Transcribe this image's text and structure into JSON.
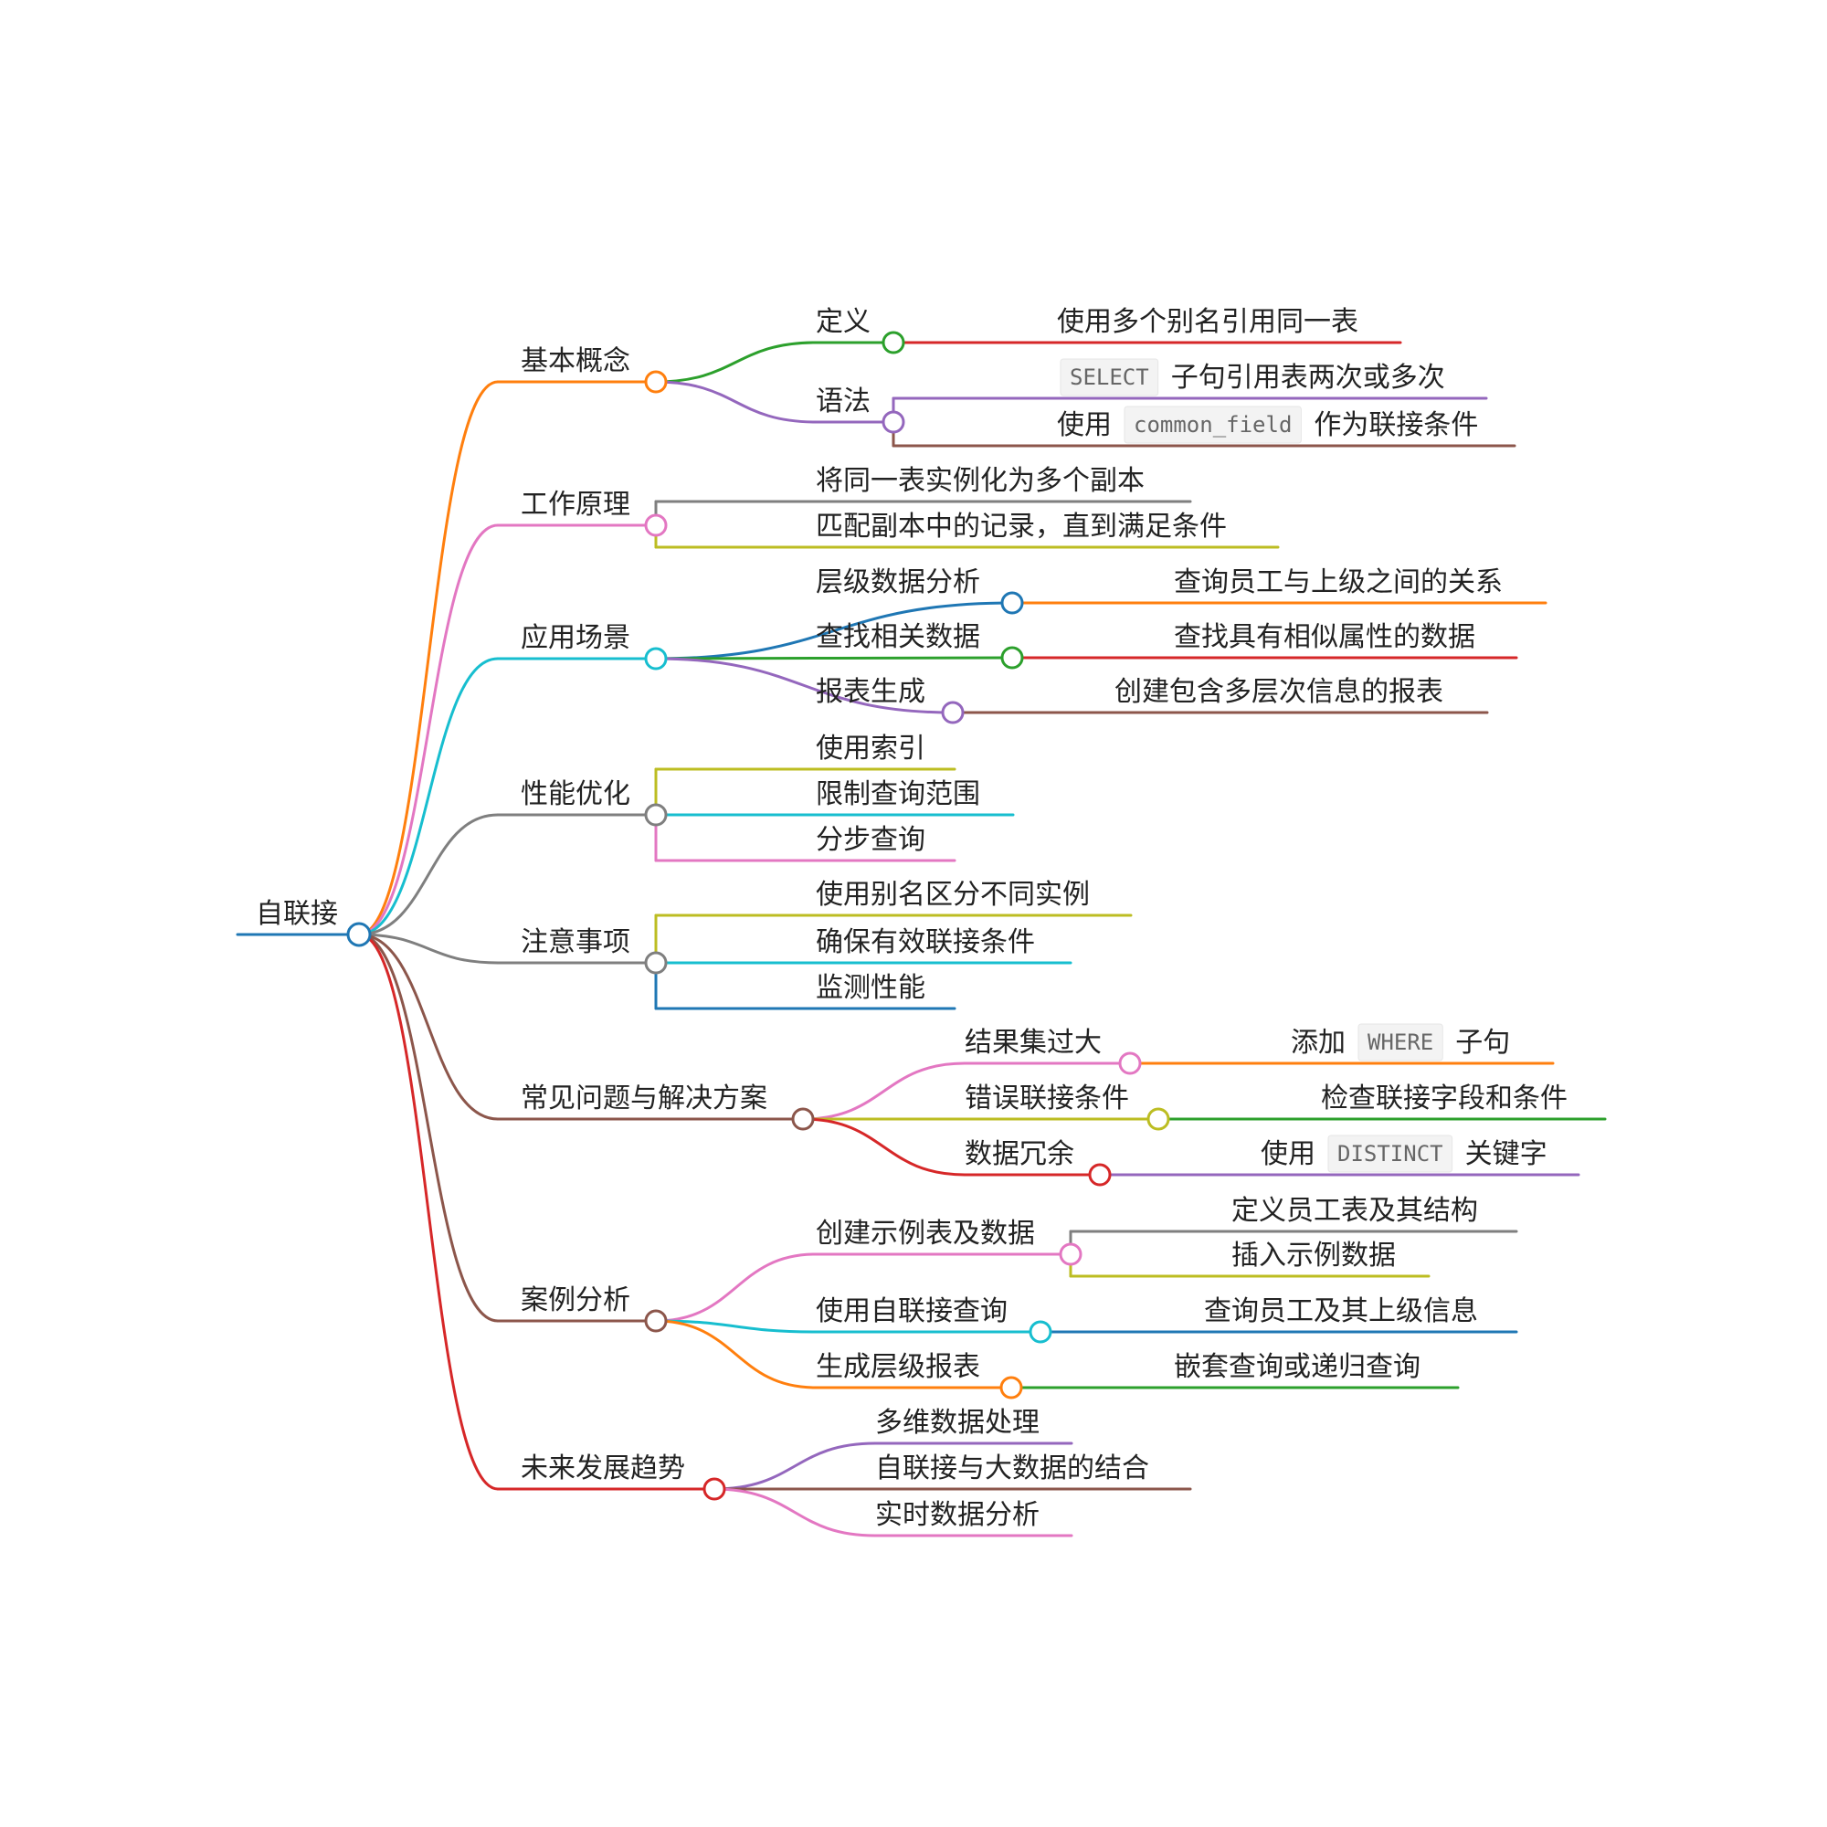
{
  "mindmap": {
    "root": {
      "label": "自联接",
      "color": "#1f77b4"
    },
    "nodes": [
      {
        "id": "b1",
        "parent": "root",
        "label": "基本概念",
        "color": "#ff7f0e"
      },
      {
        "id": "b1a",
        "parent": "b1",
        "label": "定义",
        "color": "#2ca02c"
      },
      {
        "id": "b1a1",
        "parent": "b1a",
        "label": "使用多个别名引用同一表",
        "color": "#d62728"
      },
      {
        "id": "b1b",
        "parent": "b1",
        "label": "语法",
        "color": "#9467bd"
      },
      {
        "id": "b1b1",
        "parent": "b1b",
        "color": "#9467bd",
        "parts": [
          {
            "code": "SELECT"
          },
          {
            "text": "子句引用表两次或多次"
          }
        ]
      },
      {
        "id": "b1b2",
        "parent": "b1b",
        "color": "#8c564b",
        "parts": [
          {
            "text": "使用"
          },
          {
            "code": "common_field"
          },
          {
            "text": "作为联接条件"
          }
        ]
      },
      {
        "id": "b2",
        "parent": "root",
        "label": "工作原理",
        "color": "#e377c2"
      },
      {
        "id": "b2a",
        "parent": "b2",
        "label": "将同一表实例化为多个副本",
        "color": "#7f7f7f"
      },
      {
        "id": "b2b",
        "parent": "b2",
        "label": "匹配副本中的记录，直到满足条件",
        "color": "#bcbd22"
      },
      {
        "id": "b3",
        "parent": "root",
        "label": "应用场景",
        "color": "#17becf"
      },
      {
        "id": "b3a",
        "parent": "b3",
        "label": "层级数据分析",
        "color": "#1f77b4"
      },
      {
        "id": "b3a1",
        "parent": "b3a",
        "label": "查询员工与上级之间的关系",
        "color": "#ff7f0e"
      },
      {
        "id": "b3b",
        "parent": "b3",
        "label": "查找相关数据",
        "color": "#2ca02c"
      },
      {
        "id": "b3b1",
        "parent": "b3b",
        "label": "查找具有相似属性的数据",
        "color": "#d62728"
      },
      {
        "id": "b3c",
        "parent": "b3",
        "label": "报表生成",
        "color": "#9467bd"
      },
      {
        "id": "b3c1",
        "parent": "b3c",
        "label": "创建包含多层次信息的报表",
        "color": "#8c564b"
      },
      {
        "id": "b4",
        "parent": "root",
        "label": "性能优化",
        "color": "#7f7f7f"
      },
      {
        "id": "b4a",
        "parent": "b4",
        "label": "使用索引",
        "color": "#bcbd22"
      },
      {
        "id": "b4b",
        "parent": "b4",
        "label": "限制查询范围",
        "color": "#17becf"
      },
      {
        "id": "b4c",
        "parent": "b4",
        "label": "分步查询",
        "color": "#e377c2"
      },
      {
        "id": "b5",
        "parent": "root",
        "label": "注意事项",
        "color": "#7f7f7f"
      },
      {
        "id": "b5a",
        "parent": "b5",
        "label": "使用别名区分不同实例",
        "color": "#bcbd22"
      },
      {
        "id": "b5b",
        "parent": "b5",
        "label": "确保有效联接条件",
        "color": "#17becf"
      },
      {
        "id": "b5c",
        "parent": "b5",
        "label": "监测性能",
        "color": "#1f77b4"
      },
      {
        "id": "b6",
        "parent": "root",
        "label": "常见问题与解决方案",
        "color": "#8c564b"
      },
      {
        "id": "b6a",
        "parent": "b6",
        "label": "结果集过大",
        "color": "#e377c2"
      },
      {
        "id": "b6a1",
        "parent": "b6a",
        "color": "#ff7f0e",
        "parts": [
          {
            "text": "添加"
          },
          {
            "code": "WHERE"
          },
          {
            "text": "子句"
          }
        ]
      },
      {
        "id": "b6b",
        "parent": "b6",
        "label": "错误联接条件",
        "color": "#bcbd22"
      },
      {
        "id": "b6b1",
        "parent": "b6b",
        "label": "检查联接字段和条件",
        "color": "#2ca02c"
      },
      {
        "id": "b6c",
        "parent": "b6",
        "label": "数据冗余",
        "color": "#d62728"
      },
      {
        "id": "b6c1",
        "parent": "b6c",
        "color": "#9467bd",
        "parts": [
          {
            "text": "使用"
          },
          {
            "code": "DISTINCT"
          },
          {
            "text": "关键字"
          }
        ]
      },
      {
        "id": "b7",
        "parent": "root",
        "label": "案例分析",
        "color": "#8c564b"
      },
      {
        "id": "b7a",
        "parent": "b7",
        "label": "创建示例表及数据",
        "color": "#e377c2"
      },
      {
        "id": "b7a1",
        "parent": "b7a",
        "label": "定义员工表及其结构",
        "color": "#7f7f7f"
      },
      {
        "id": "b7a2",
        "parent": "b7a",
        "label": "插入示例数据",
        "color": "#bcbd22"
      },
      {
        "id": "b7b",
        "parent": "b7",
        "label": "使用自联接查询",
        "color": "#17becf"
      },
      {
        "id": "b7b1",
        "parent": "b7b",
        "label": "查询员工及其上级信息",
        "color": "#1f77b4"
      },
      {
        "id": "b7c",
        "parent": "b7",
        "label": "生成层级报表",
        "color": "#ff7f0e"
      },
      {
        "id": "b7c1",
        "parent": "b7c",
        "label": "嵌套查询或递归查询",
        "color": "#2ca02c"
      },
      {
        "id": "b8",
        "parent": "root",
        "label": "未来发展趋势",
        "color": "#d62728"
      },
      {
        "id": "b8a",
        "parent": "b8",
        "label": "多维数据处理",
        "color": "#9467bd"
      },
      {
        "id": "b8b",
        "parent": "b8",
        "label": "自联接与大数据的结合",
        "color": "#8c564b"
      },
      {
        "id": "b8c",
        "parent": "b8",
        "label": "实时数据分析",
        "color": "#e377c2"
      }
    ]
  }
}
